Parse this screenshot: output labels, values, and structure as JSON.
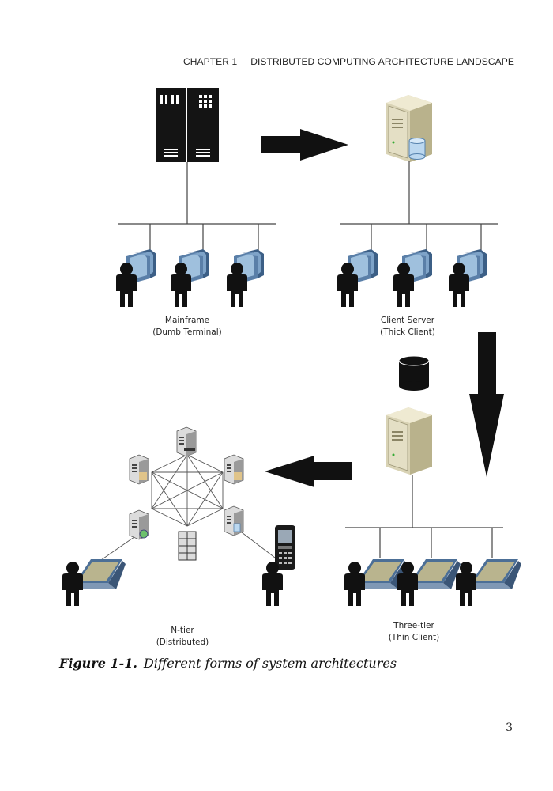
{
  "header": {
    "chapter": "CHAPTER 1",
    "title": "DISTRIBUTED COMPUTING ARCHITECTURE LANDSCAPE"
  },
  "figure": {
    "mainframe": {
      "title": "Mainframe",
      "subtitle": "(Dumb Terminal)"
    },
    "client_server": {
      "title": "Client Server",
      "subtitle": "(Thick Client)"
    },
    "three_tier": {
      "title": "Three-tier",
      "subtitle": "(Thin Client)"
    },
    "n_tier": {
      "title": "N-tier",
      "subtitle": "(Distributed)"
    }
  },
  "caption": {
    "label": "Figure 1-1.",
    "text": "Different forms of system architectures"
  },
  "page_number": "3"
}
